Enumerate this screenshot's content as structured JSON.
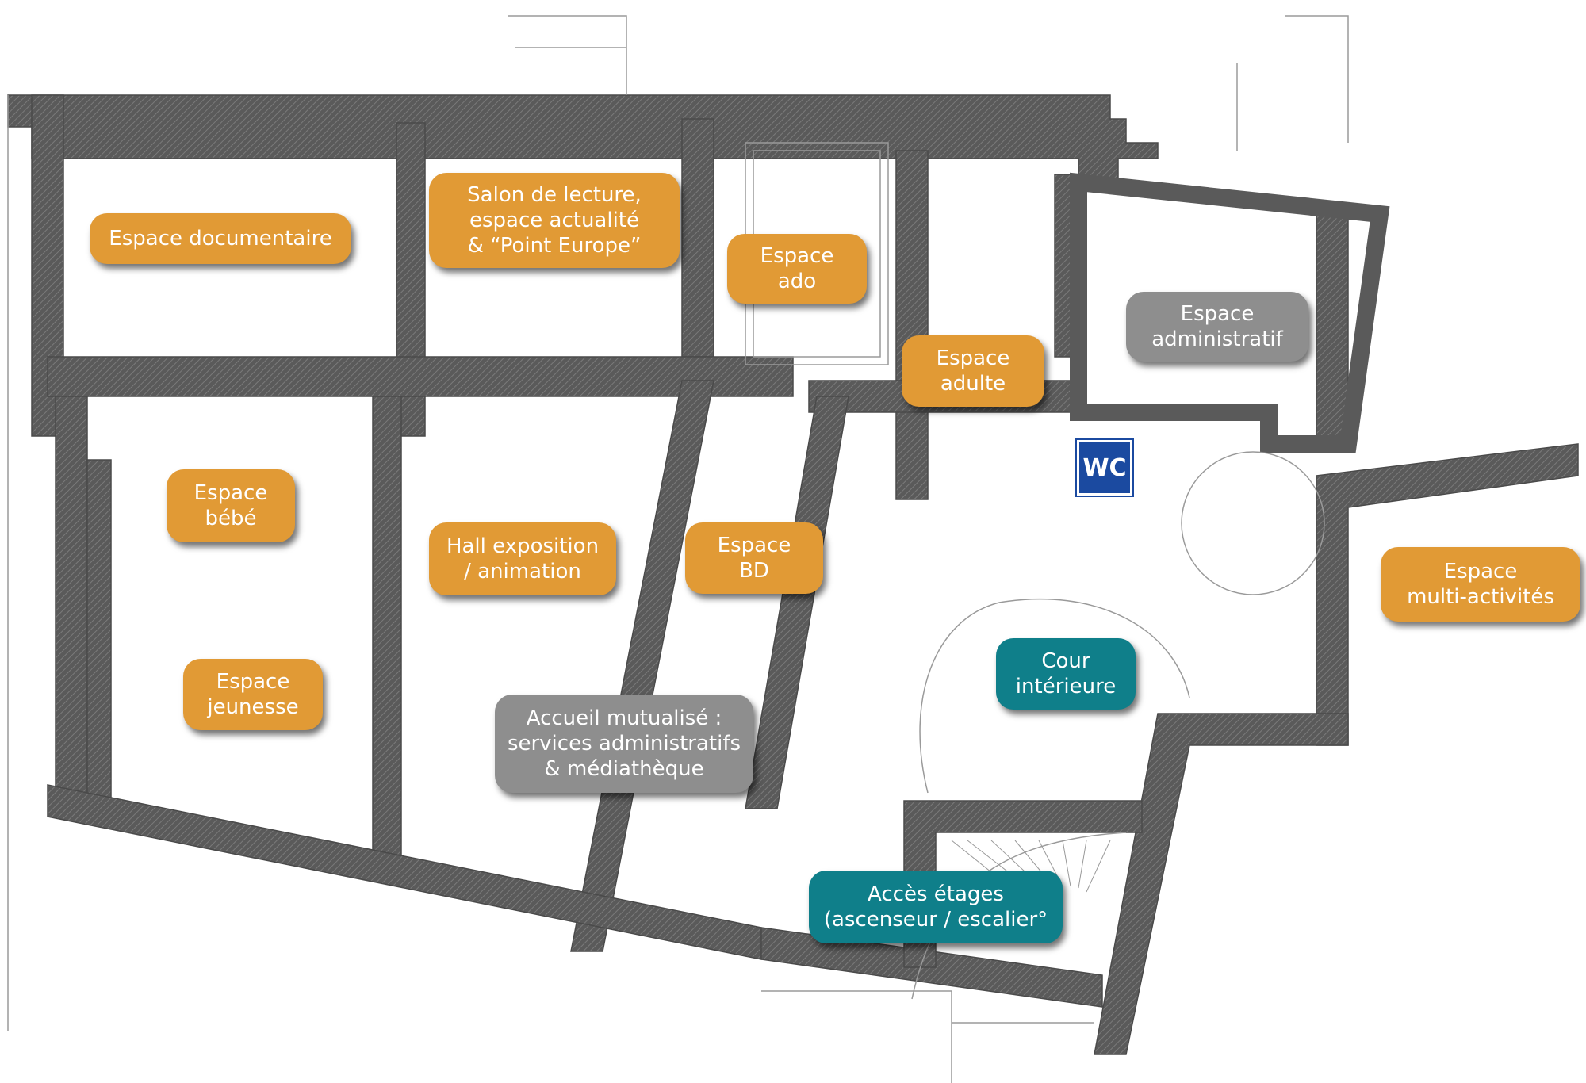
{
  "rooms": [
    {
      "id": "espace-documentaire",
      "lines": [
        "Espace documentaire"
      ],
      "color": "#e19a35"
    },
    {
      "id": "salon-de-lecture",
      "lines": [
        "Salon de lecture,",
        "espace actualité",
        "& “Point Europe”"
      ],
      "color": "#e19a35"
    },
    {
      "id": "espace-ado",
      "lines": [
        "Espace",
        "ado"
      ],
      "color": "#e19a35"
    },
    {
      "id": "espace-adulte",
      "lines": [
        "Espace",
        "adulte"
      ],
      "color": "#e19a35"
    },
    {
      "id": "espace-administratif",
      "lines": [
        "Espace",
        "administratif"
      ],
      "color": "#8e8e8e"
    },
    {
      "id": "espace-bebe",
      "lines": [
        "Espace",
        "bébé"
      ],
      "color": "#e19a35"
    },
    {
      "id": "hall-exposition",
      "lines": [
        "Hall exposition",
        "/ animation"
      ],
      "color": "#e19a35"
    },
    {
      "id": "espace-bd",
      "lines": [
        "Espace",
        "BD"
      ],
      "color": "#e19a35"
    },
    {
      "id": "espace-multi-activites",
      "lines": [
        "Espace",
        "multi-activités"
      ],
      "color": "#e19a35"
    },
    {
      "id": "cour-interieure",
      "lines": [
        "Cour",
        "intérieure"
      ],
      "color": "#0f7f8a"
    },
    {
      "id": "espace-jeunesse",
      "lines": [
        "Espace",
        "jeunesse"
      ],
      "color": "#e19a35"
    },
    {
      "id": "accueil-mutualise",
      "lines": [
        "Accueil mutualisé :",
        "services administratifs",
        "& médiathèque"
      ],
      "color": "#8e8e8e"
    },
    {
      "id": "acces-etages",
      "lines": [
        "Accès étages",
        "(ascenseur / escalier°"
      ],
      "color": "#0f7f8a"
    }
  ],
  "wc": {
    "label": "WC",
    "color": "#1b4aa0",
    "icon": "wc-sign-icon"
  },
  "colors": {
    "wall": "#5a5a5a",
    "floor": "#ffffff",
    "line": "#9a9a9a"
  }
}
